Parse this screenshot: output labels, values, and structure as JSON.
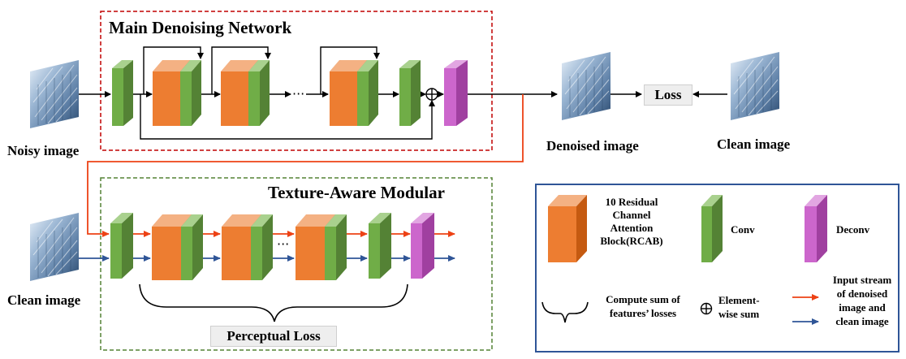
{
  "main_network": {
    "title": "Main Denoising Network"
  },
  "texture_module": {
    "title": "Texture-Aware Modular"
  },
  "images": {
    "noisy": "Noisy image",
    "clean_top": "Clean image",
    "clean_bottom": "Clean image",
    "denoised": "Denoised image"
  },
  "loss_label": "Loss",
  "perceptual_loss_label": "Perceptual Loss",
  "dots": "···",
  "legend": {
    "rcab": "10 Residual\nChannel\nAttention\nBlock(RCAB)",
    "conv": "Conv",
    "deconv": "Deconv",
    "sum_losses": "Compute sum of\nfeatures’ losses",
    "element_wise": "Element-\nwise sum",
    "input_stream": "Input stream\nof denoised\nimage and\nclean image"
  },
  "colors": {
    "rcab_front": "#ed7d31",
    "rcab_top": "#f4b183",
    "rcab_side": "#c55a11",
    "conv_front": "#70ad47",
    "conv_top": "#a9d18e",
    "conv_side": "#548235",
    "deconv_front": "#cc66cc",
    "deconv_top": "#e2a6e2",
    "deconv_side": "#a040a0",
    "main_border": "#c00000",
    "texture_border": "#548235",
    "legend_border": "#2f5597",
    "denoised_arrow": "#ed4215",
    "clean_arrow": "#2f5597"
  }
}
